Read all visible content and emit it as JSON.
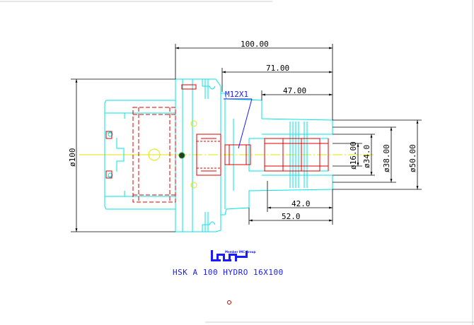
{
  "drawing": {
    "part_title": "HSK A 100 HYDRO 16X100",
    "logo": {
      "brand": "ISCAR",
      "tagline": "Member IMC Group"
    },
    "thread_callout": "M12X1",
    "dimensions": {
      "total_length": "100.00",
      "length_71": "71.00",
      "length_47": "47.00",
      "length_42": "42.0",
      "length_52": "52.0",
      "flange_dia": "ø100",
      "bore_dia": "ø16.00",
      "dia_34": "ø34.0",
      "dia_38": "ø38.00",
      "dia_50": "ø50.00"
    },
    "colors": {
      "outline": "#00e5e5",
      "hidden": "#e00000",
      "dimension": "#000000",
      "centerline": "#e5e500",
      "callout": "#1a1aff",
      "green": "#00b000"
    }
  }
}
